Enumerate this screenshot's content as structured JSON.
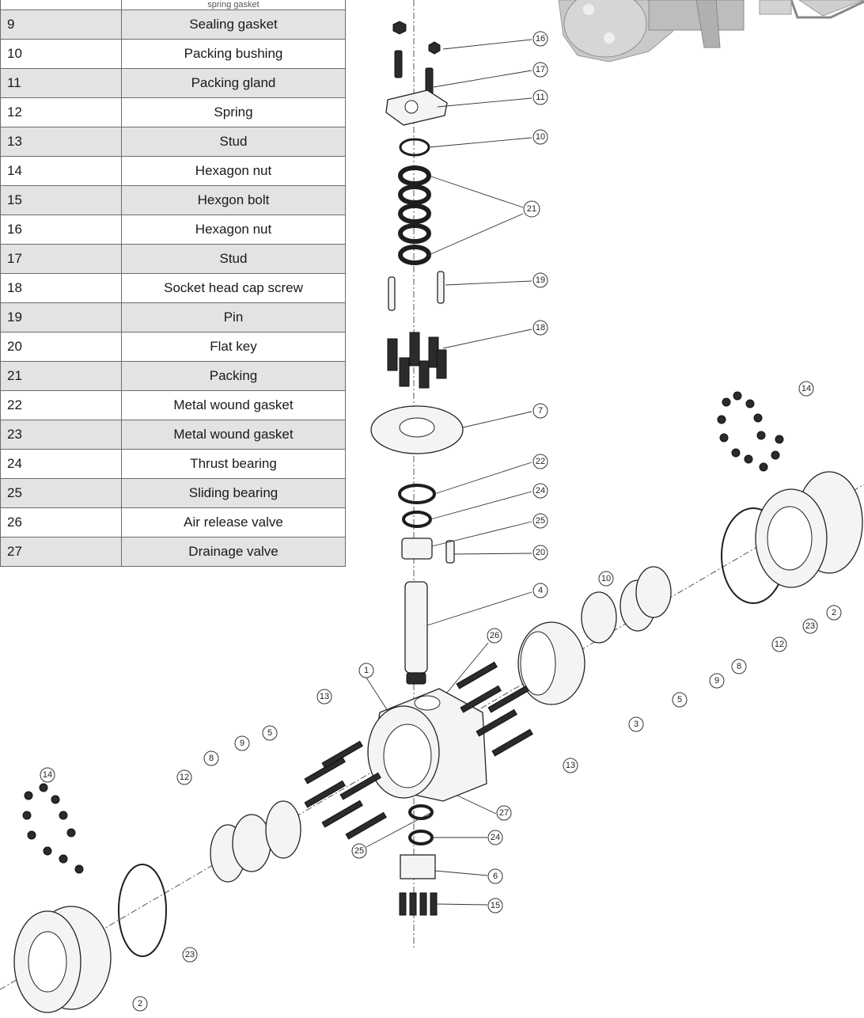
{
  "parts": [
    {
      "no": "",
      "name": "spring gasket"
    },
    {
      "no": "9",
      "name": "Sealing gasket"
    },
    {
      "no": "10",
      "name": "Packing bushing"
    },
    {
      "no": "11",
      "name": "Packing gland"
    },
    {
      "no": "12",
      "name": "Spring"
    },
    {
      "no": "13",
      "name": "Stud"
    },
    {
      "no": "14",
      "name": "Hexagon nut"
    },
    {
      "no": "15",
      "name": "Hexgon bolt"
    },
    {
      "no": "16",
      "name": "Hexagon nut"
    },
    {
      "no": "17",
      "name": "Stud"
    },
    {
      "no": "18",
      "name": "Socket head cap screw"
    },
    {
      "no": "19",
      "name": "Pin"
    },
    {
      "no": "20",
      "name": "Flat key"
    },
    {
      "no": "21",
      "name": "Packing"
    },
    {
      "no": "22",
      "name": "Metal wound gasket"
    },
    {
      "no": "23",
      "name": "Metal wound gasket"
    },
    {
      "no": "24",
      "name": "Thrust bearing"
    },
    {
      "no": "25",
      "name": "Sliding bearing"
    },
    {
      "no": "26",
      "name": "Air release valve"
    },
    {
      "no": "27",
      "name": "Drainage valve"
    }
  ],
  "callouts": {
    "c16": "16",
    "c17": "17",
    "c11": "11",
    "c10a": "10",
    "c21": "21",
    "c19": "19",
    "c18": "18",
    "c7": "7",
    "c22": "22",
    "c24a": "24",
    "c25a": "25",
    "c20": "20",
    "c4": "4",
    "c10b": "10",
    "c26": "26",
    "c1": "1",
    "c13a": "13",
    "c13b": "13",
    "c3": "3",
    "c5a": "5",
    "c9a": "9",
    "c8a": "8",
    "c12a": "12",
    "c23a": "23",
    "c2a": "2",
    "c14a": "14",
    "c27": "27",
    "c24b": "24",
    "c25b": "25",
    "c6": "6",
    "c15": "15",
    "c14b": "14",
    "c12b": "12",
    "c8b": "8",
    "c9b": "9",
    "c5b": "5",
    "c23b": "23",
    "c2b": "2"
  }
}
